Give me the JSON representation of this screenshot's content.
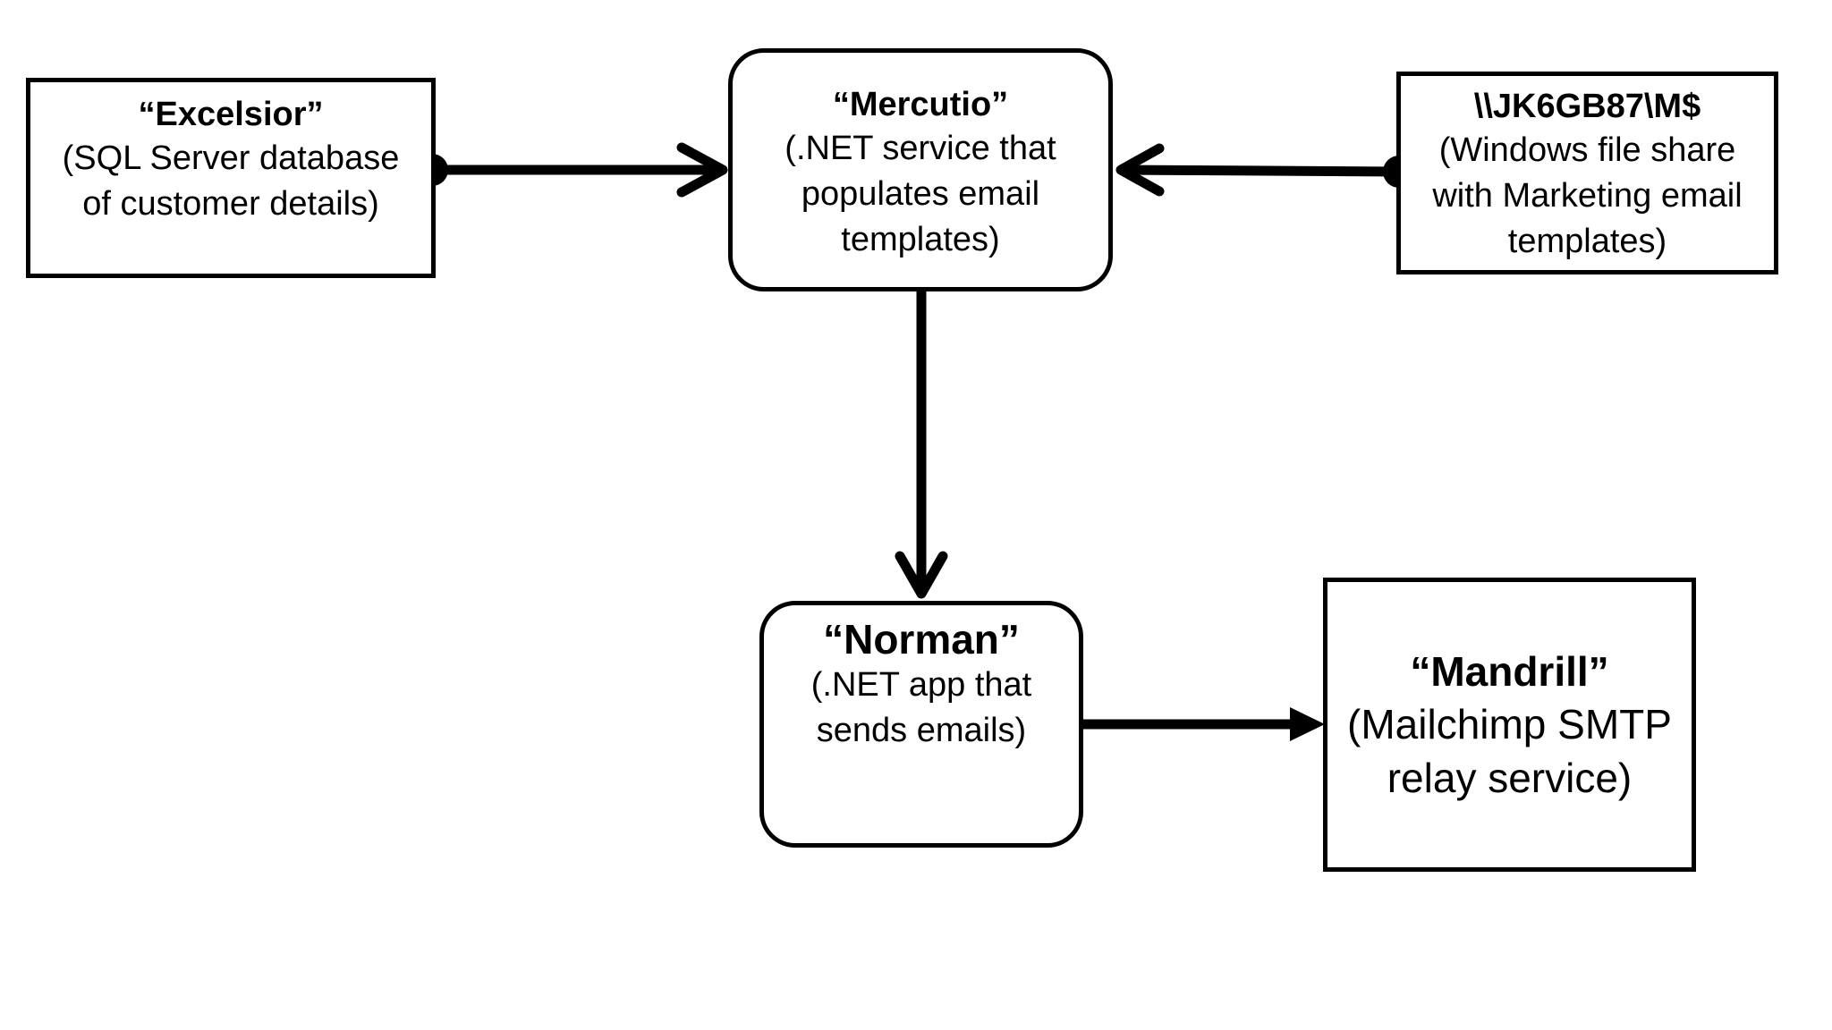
{
  "nodes": {
    "excelsior": {
      "title": "“Excelsior”",
      "desc": "(SQL Server database\nof customer details)"
    },
    "mercutio": {
      "title": "“Mercutio”",
      "desc": "(.NET service that\npopulates email\ntemplates)"
    },
    "fileshare": {
      "title": "\\\\JK6GB87\\M$",
      "desc": "(Windows file share\nwith Marketing email\ntemplates)"
    },
    "norman": {
      "title": "“Norman”",
      "desc": "(.NET app that\nsends emails)"
    },
    "mandrill": {
      "title": "“Mandrill”",
      "desc": "(Mailchimp SMTP\nrelay service)"
    }
  },
  "edges": [
    {
      "from": "excelsior",
      "to": "mercutio",
      "style": "dot-to-open-arrow"
    },
    {
      "from": "fileshare",
      "to": "mercutio",
      "style": "dot-to-open-arrow"
    },
    {
      "from": "mercutio",
      "to": "norman",
      "style": "line-to-open-arrow"
    },
    {
      "from": "norman",
      "to": "mandrill",
      "style": "line-to-filled-arrow"
    }
  ],
  "colors": {
    "stroke": "#000000",
    "background": "#ffffff"
  }
}
